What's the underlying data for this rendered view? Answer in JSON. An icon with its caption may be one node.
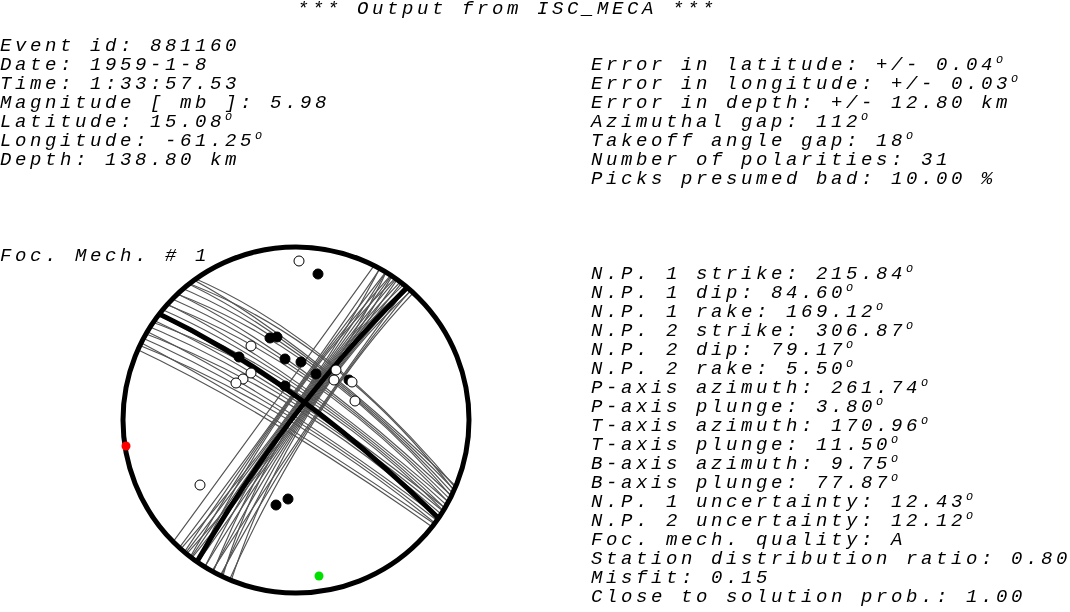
{
  "diagram": {
    "title": "*** Output from ISC_MECA ***",
    "labels": [
      "Event id: 881160",
      "Date: 1959-1-8",
      "Time: 1:33:57.53",
      "Magnitude [ mb ]: 5.98",
      "Latitude: 15.08$^{o}$",
      "Longitude: -61.25$^{o}$",
      "Depth: 138.80 km",
      "Error in latitude: +/- 0.04$^{o}$",
      "Error in longitude: +/- 0.03$^{o}$",
      "Error in depth: +/- 12.80 km",
      "Azimuthal gap: 112$^{o}$",
      "Takeoff angle gap: 18$^{o}$",
      "Number of polarities: 31",
      "Picks presumed bad: 10.00 %",
      "Foc. Mech. # 1",
      "N.P. 1 strike: 215.84$^{o}$",
      "N.P. 1 dip: 84.60$^{o}$",
      "N.P. 1 rake: 169.12$^{o}$",
      "N.P. 2 strike: 306.87$^{o}$",
      "N.P. 2 dip: 79.17$^{o}$",
      "N.P. 2 rake: 5.50$^{o}$",
      "P-axis azimuth: 261.74$^{o}$",
      "P-axis plunge: 3.80$^{o}$",
      "T-axis azimuth: 170.96$^{o}$",
      "T-axis plunge: 11.50$^{o}$",
      "B-axis azimuth: 9.75$^{o}$",
      "B-axis plunge: 77.87$^{o}$",
      "N.P. 1 uncertainty: 12.43$^{o}$",
      "N.P. 2 uncertainty: 12.12$^{o}$",
      "Foc. mech. quality: A",
      "Station distribution ratio: 0.80",
      "Misfit: 0.15",
      "Close to solution prob.: 1.00"
    ]
  }
}
